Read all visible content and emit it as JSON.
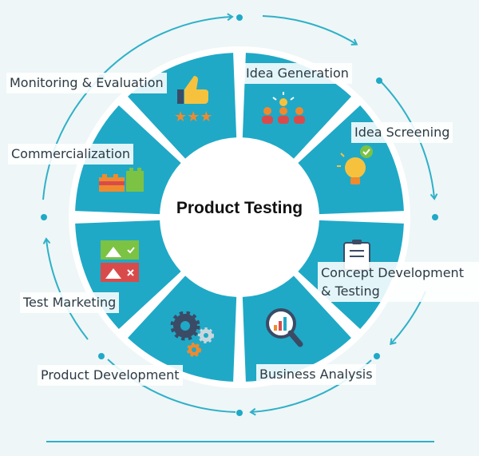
{
  "center": {
    "title": "Product Testing"
  },
  "stages": [
    {
      "label": "Idea Generation",
      "icon": "team-idea-icon"
    },
    {
      "label": "Idea Screening",
      "icon": "lightbulb-check-icon"
    },
    {
      "label": "Concept Development & Testing",
      "icon": "clipboard-icon"
    },
    {
      "label": "Business Analysis",
      "icon": "magnifier-chart-icon"
    },
    {
      "label": "Product Development",
      "icon": "gears-icon"
    },
    {
      "label": "Test Marketing",
      "icon": "image-approve-reject-icon"
    },
    {
      "label": "Commercialization",
      "icon": "building-blocks-icon"
    },
    {
      "label": "Monitoring & Evaluation",
      "icon": "thumbs-up-stars-icon"
    }
  ],
  "colors": {
    "segment": "#1fa9c7",
    "ring_arrow": "#2fb0c8",
    "background": "#eef6f7",
    "icon_orange": "#f08a2e",
    "icon_red": "#d94b4b",
    "icon_green": "#7cc243",
    "icon_navy": "#3b4b66"
  }
}
